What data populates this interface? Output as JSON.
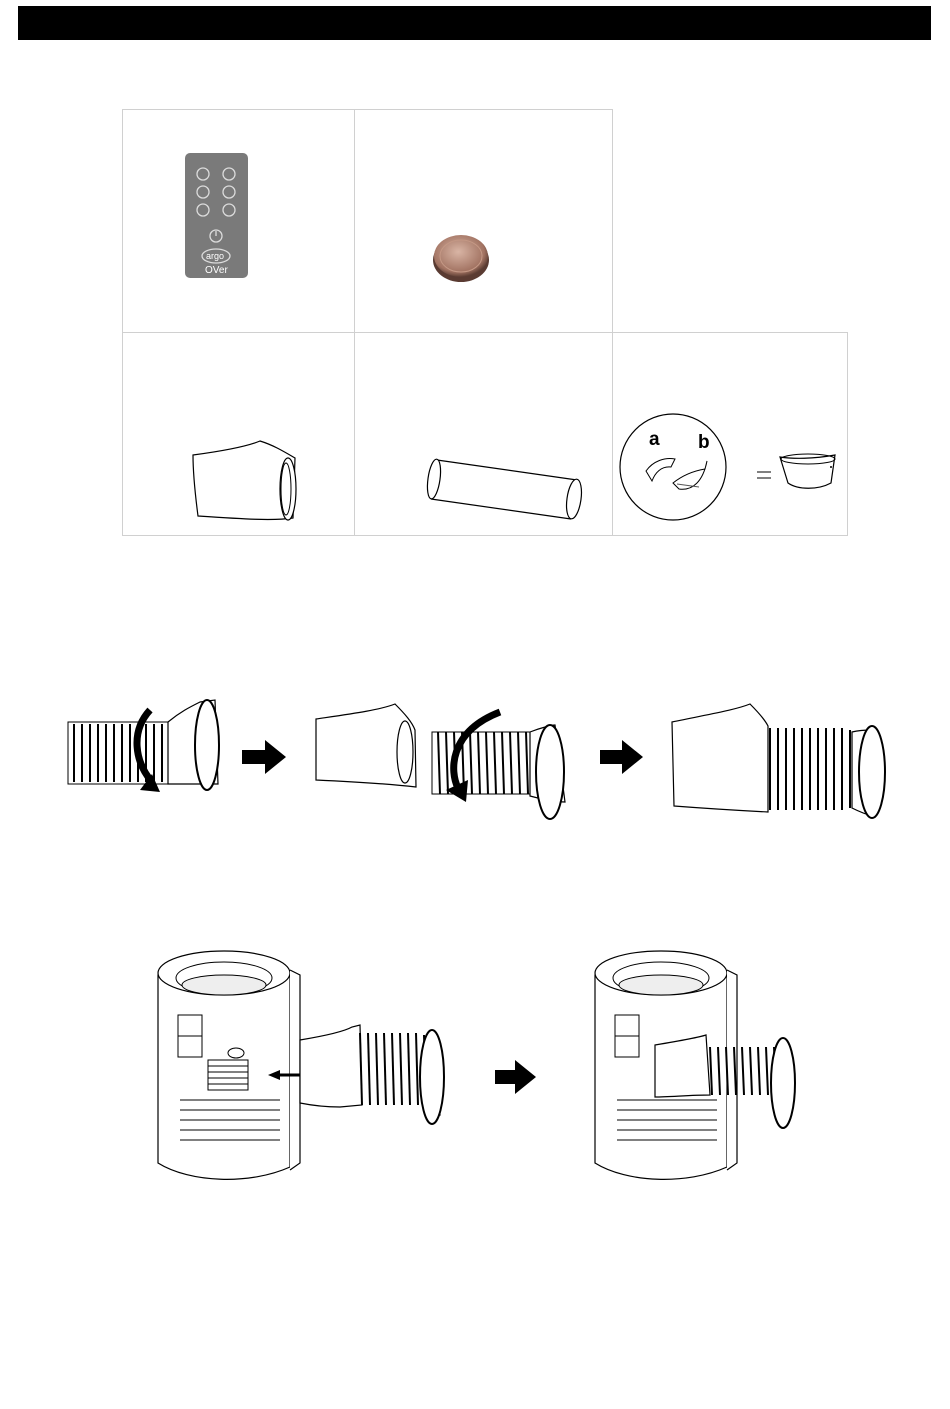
{
  "header": {
    "title": ""
  },
  "adapter": {
    "part_a": "a",
    "part_b": "b",
    "equals": "="
  },
  "remote": {
    "brand": "argo",
    "model": "OVer"
  },
  "icons": [
    "remote-control-icon",
    "coin-battery-icon",
    "hose-adapter-icon",
    "exhaust-hose-icon",
    "window-adapter-icon",
    "arrow-right-icon",
    "arrow-left-icon",
    "air-conditioner-icon"
  ]
}
